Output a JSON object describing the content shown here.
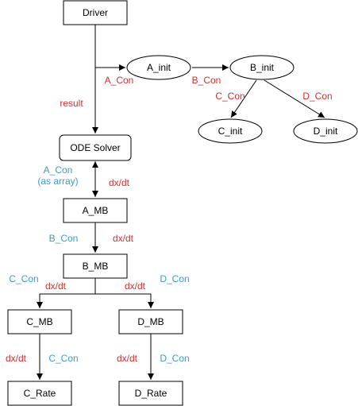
{
  "colors": {
    "red": "#d32f2f",
    "blue": "#3a9bd5"
  },
  "nodes": {
    "driver": "Driver",
    "a_init": "A_init",
    "b_init": "B_init",
    "c_init": "C_init",
    "d_init": "D_init",
    "ode_solver": "ODE Solver",
    "a_mb": "A_MB",
    "b_mb": "B_MB",
    "c_mb": "C_MB",
    "d_mb": "D_MB",
    "c_rate": "C_Rate",
    "d_rate": "D_Rate"
  },
  "edge_labels": {
    "driver_a_con": "A_Con",
    "driver_result": "result",
    "a_b_con": "B_Con",
    "b_c_con": "C_Con",
    "b_d_con": "D_Con",
    "ode_a_con": "A_Con",
    "ode_as_array": "(as array)",
    "ode_dxdt": "dx/dt",
    "amb_b_con": "B_Con",
    "amb_dxdt": "dx/dt",
    "bmb_c_con": "C_Con",
    "bmb_c_dxdt": "dx/dt",
    "bmb_d_dxdt": "dx/dt",
    "bmb_d_con": "D_Con",
    "cmb_dxdt": "dx/dt",
    "cmb_c_con": "C_Con",
    "dmb_dxdt": "dx/dt",
    "dmb_d_con": "D_Con"
  }
}
